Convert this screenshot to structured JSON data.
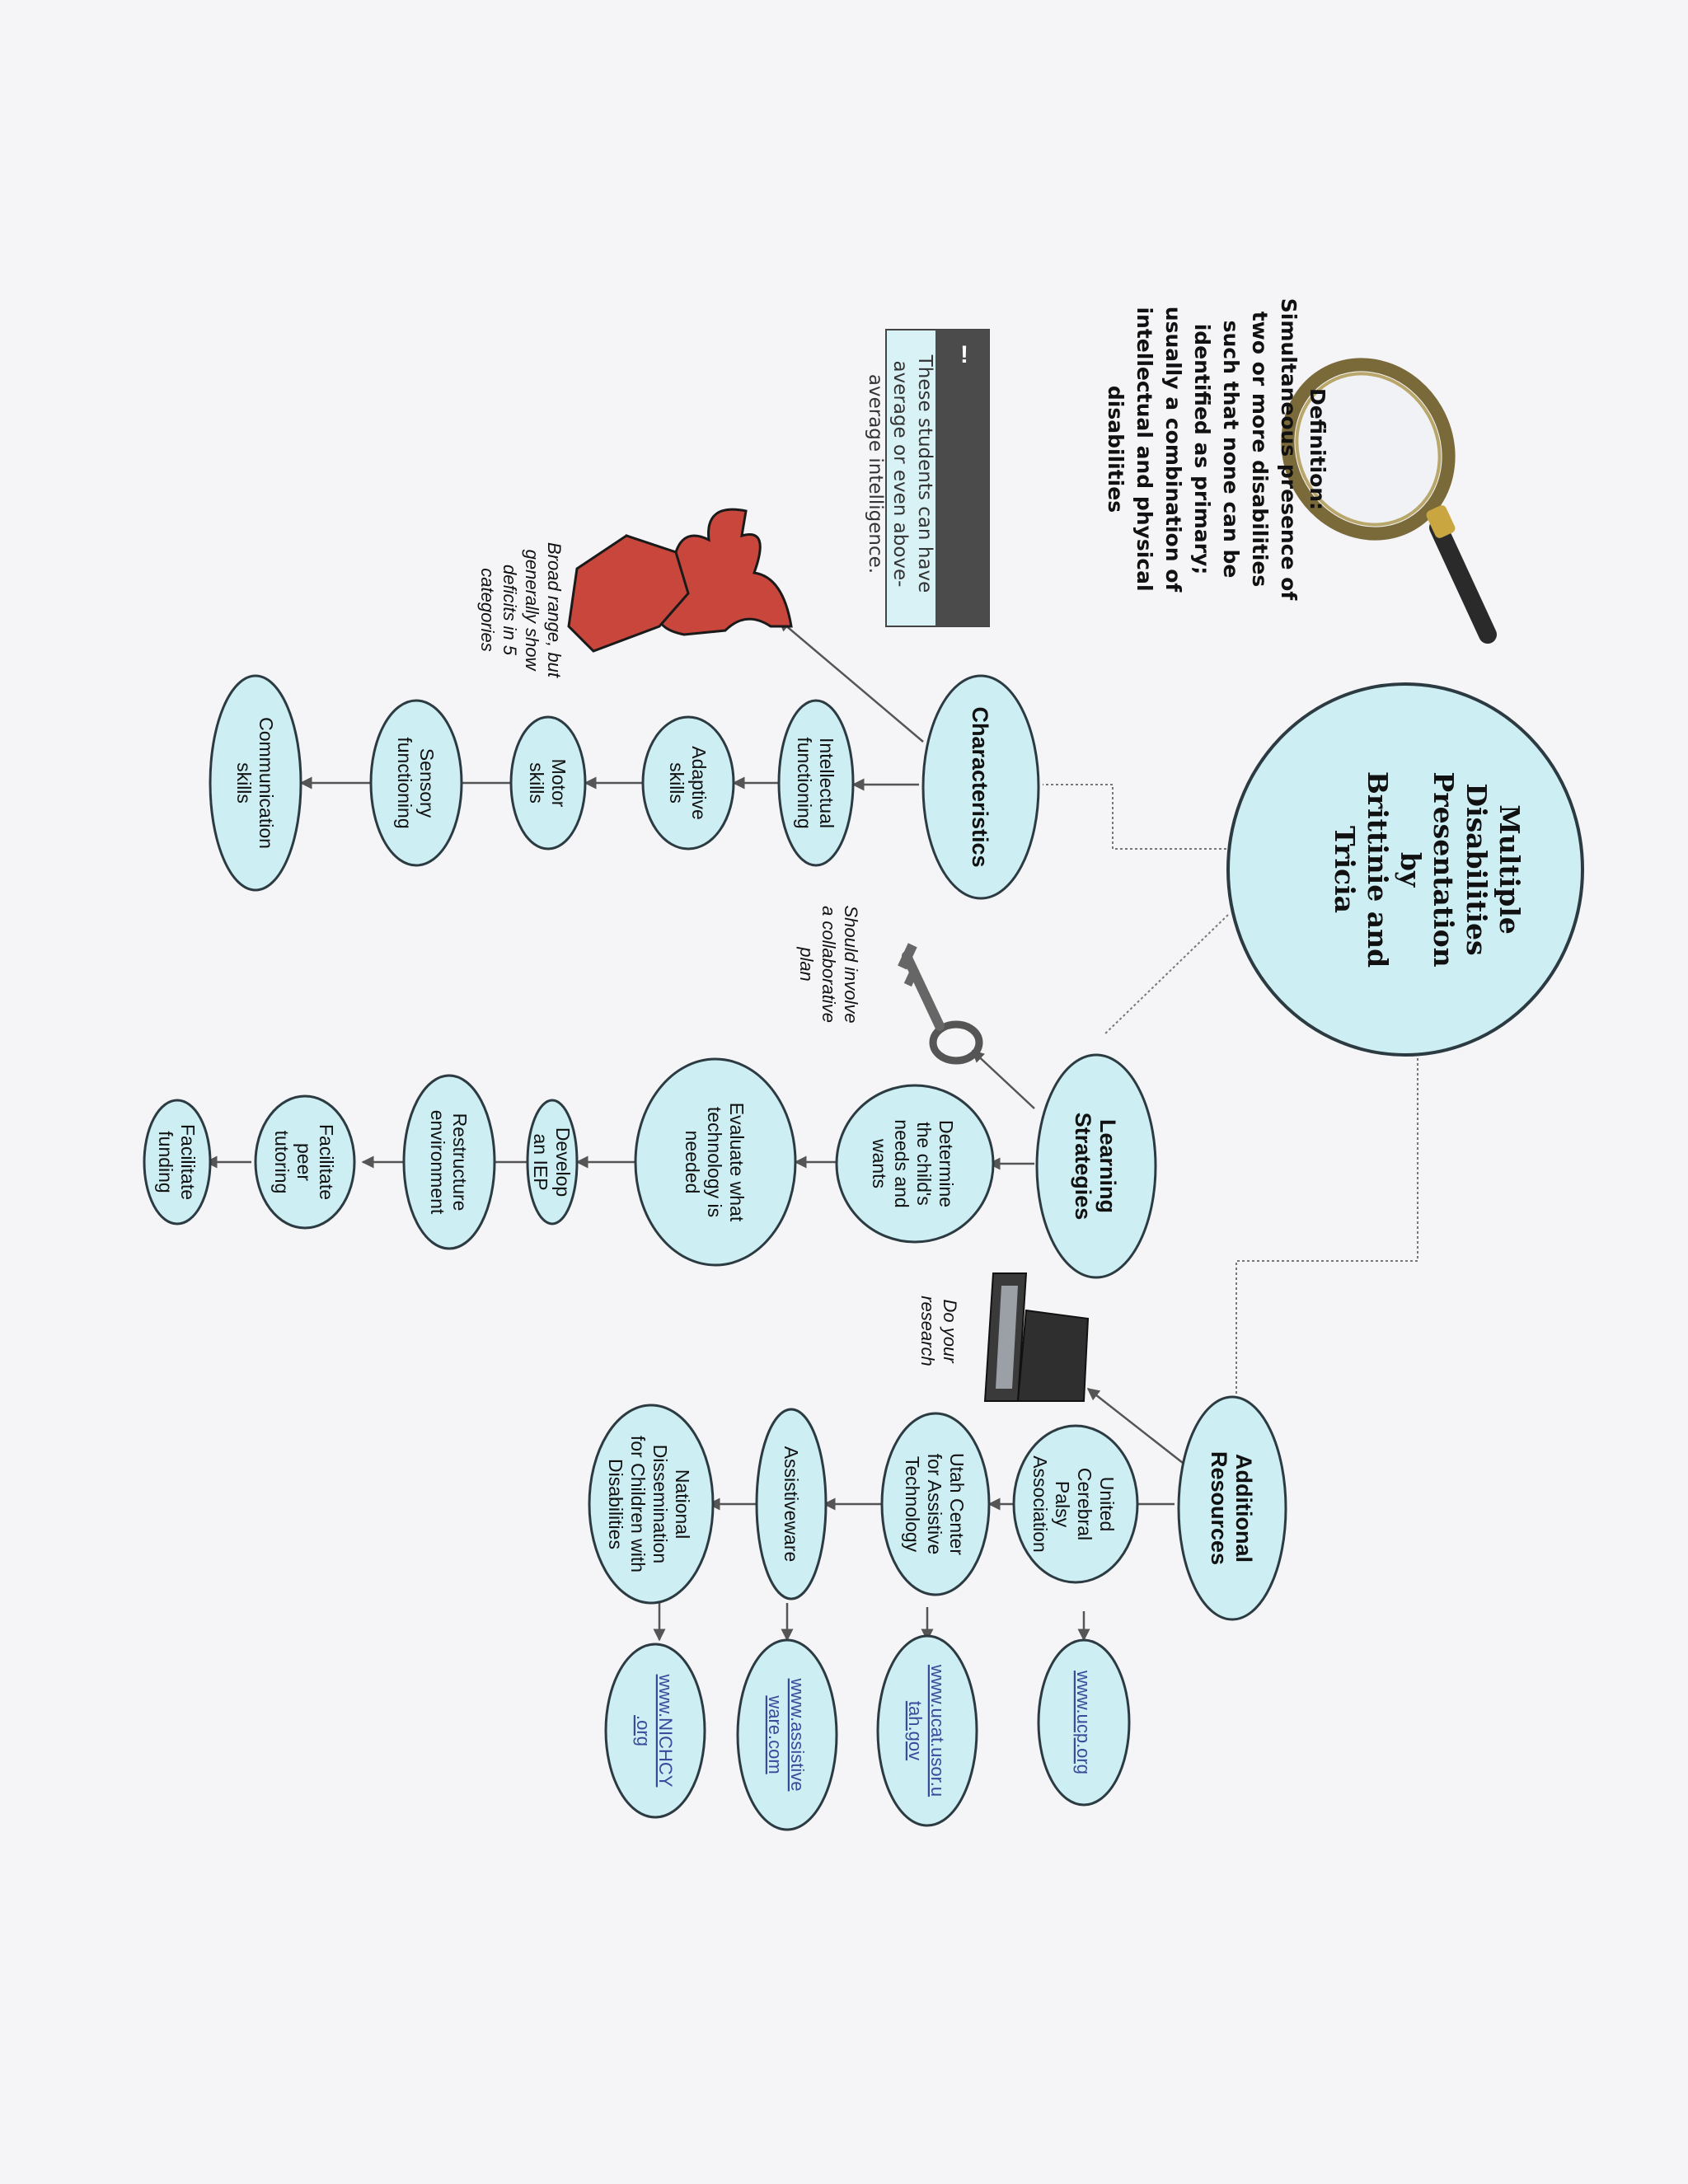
{
  "title": "Multiple Disabilities Presentation by Brittinie and Tricia",
  "title_lines": [
    "Multiple",
    "Disabilities",
    "Presentation",
    "by",
    "Brittinie and",
    "Tricia"
  ],
  "definition_lines": [
    "Definition:",
    "Simultaneous presence of",
    "two or more disabilities",
    "such that none can be",
    "identified as primary;",
    "usually a combination of",
    "intellectual and physical",
    "disabilities"
  ],
  "callout": {
    "icon": "!",
    "lines": [
      "These students can have",
      "average or even above-",
      "average intelligence."
    ]
  },
  "characteristics": {
    "header": "Characteristics",
    "note": [
      "Broad range, but",
      "generally show",
      "deficits in 5",
      "categories"
    ],
    "items": [
      [
        "Intellectual",
        "functioning"
      ],
      [
        "Adaptive",
        "skills"
      ],
      [
        "Motor",
        "skills"
      ],
      [
        "Sensory",
        "functioning"
      ],
      [
        "Communication",
        "skills"
      ]
    ]
  },
  "learning": {
    "header": [
      "Learning",
      "Strategies"
    ],
    "note": [
      "Should involve",
      "a collaborative",
      "plan"
    ],
    "items": [
      [
        "Determine",
        "the child's",
        "needs and",
        "wants"
      ],
      [
        "Evaluate what",
        "technology is",
        "needed"
      ],
      [
        "Develop",
        "an IEP"
      ],
      [
        "Restructure",
        "environment"
      ],
      [
        "Facilitate",
        "peer",
        "tutoring"
      ],
      [
        "Facilitate",
        "funding"
      ]
    ]
  },
  "resources": {
    "header": [
      "Additional",
      "Resources"
    ],
    "note": [
      "Do your",
      "research"
    ],
    "items": [
      {
        "name": [
          "United",
          "Cerebral",
          "Palsy",
          "Association"
        ],
        "link": [
          "www.ucp.org"
        ]
      },
      {
        "name": [
          "Utah Center",
          "for Assistive",
          "Technology"
        ],
        "link": [
          "www.ucat.usor.u",
          "tah.gov"
        ]
      },
      {
        "name": [
          "Assistiveware"
        ],
        "link": [
          "www.assistive",
          "ware.com"
        ]
      },
      {
        "name": [
          "National",
          "Dissemination",
          "for Children with",
          "Disabilities"
        ],
        "link": [
          "www.NICHCY",
          ".org"
        ]
      }
    ]
  }
}
